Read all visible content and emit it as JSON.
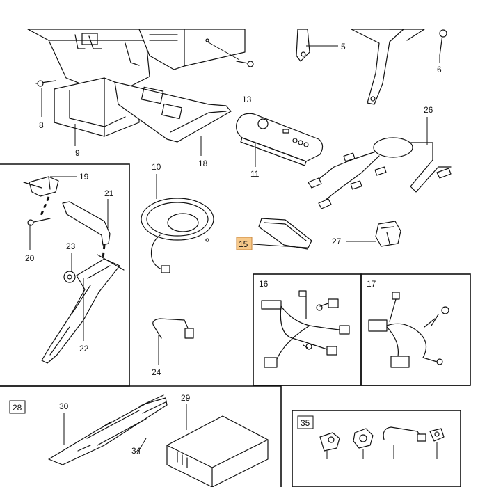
{
  "diagram": {
    "highlight_color": "#f7c98a",
    "parts": [
      {
        "id": "p5",
        "label": "5"
      },
      {
        "id": "p6",
        "label": "6"
      },
      {
        "id": "p8",
        "label": "8"
      },
      {
        "id": "p9",
        "label": "9"
      },
      {
        "id": "p10",
        "label": "10"
      },
      {
        "id": "p11",
        "label": "11"
      },
      {
        "id": "p13",
        "label": "13"
      },
      {
        "id": "p15",
        "label": "15",
        "highlighted": true
      },
      {
        "id": "p16",
        "label": "16"
      },
      {
        "id": "p17",
        "label": "17"
      },
      {
        "id": "p18",
        "label": "18"
      },
      {
        "id": "p19",
        "label": "19"
      },
      {
        "id": "p20",
        "label": "20"
      },
      {
        "id": "p21",
        "label": "21"
      },
      {
        "id": "p22",
        "label": "22"
      },
      {
        "id": "p23",
        "label": "23"
      },
      {
        "id": "p24",
        "label": "24"
      },
      {
        "id": "p26",
        "label": "26"
      },
      {
        "id": "p27",
        "label": "27"
      },
      {
        "id": "p28",
        "label": "28",
        "boxed": true
      },
      {
        "id": "p29",
        "label": "29"
      },
      {
        "id": "p30",
        "label": "30"
      },
      {
        "id": "p34",
        "label": "34"
      },
      {
        "id": "p35",
        "label": "35",
        "boxed": true
      }
    ]
  }
}
